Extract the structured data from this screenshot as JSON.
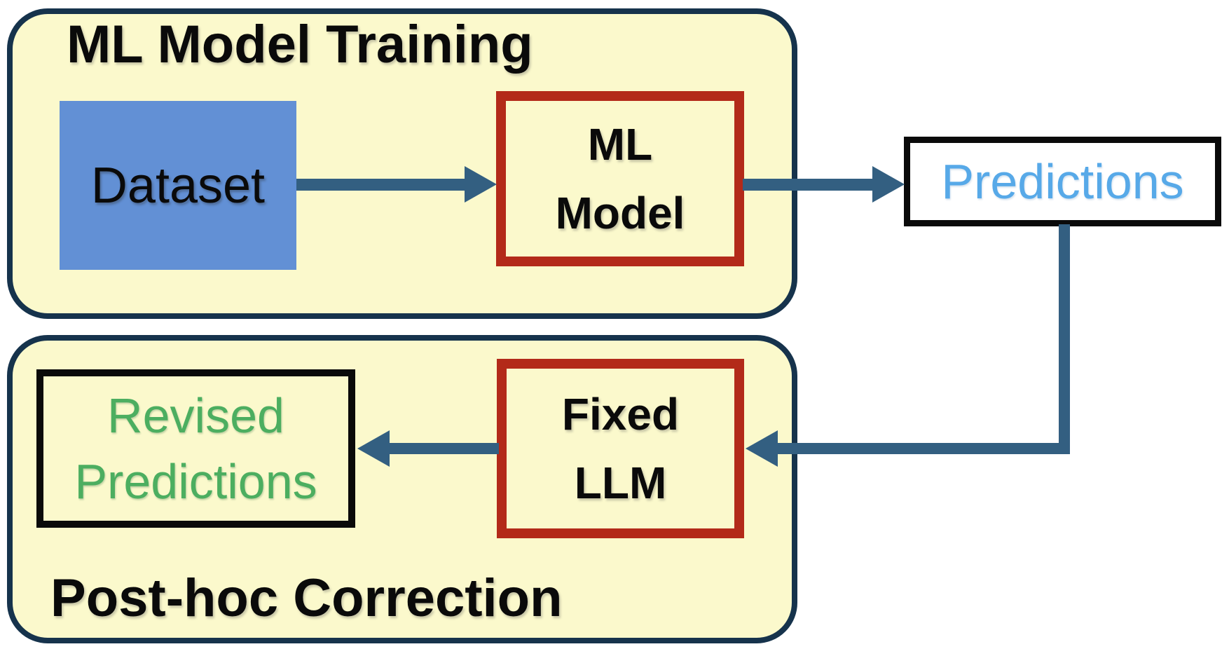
{
  "diagram": {
    "panels": {
      "training": {
        "title": "ML Model Training"
      },
      "correction": {
        "title": "Post-hoc Correction"
      }
    },
    "nodes": {
      "dataset": {
        "label": "Dataset"
      },
      "ml_model": {
        "lines": [
          "ML",
          "Model"
        ]
      },
      "predictions": {
        "label": "Predictions"
      },
      "fixed_llm": {
        "lines": [
          "Fixed",
          "LLM"
        ]
      },
      "revised_predictions": {
        "lines": [
          "Revised",
          "Predictions"
        ]
      }
    },
    "edges": [
      {
        "from": "dataset",
        "to": "ml_model",
        "direction": "right"
      },
      {
        "from": "ml_model",
        "to": "predictions",
        "direction": "right"
      },
      {
        "from": "predictions",
        "to": "fixed_llm",
        "direction": "down-left"
      },
      {
        "from": "fixed_llm",
        "to": "revised_predictions",
        "direction": "left"
      }
    ],
    "colors": {
      "panel_fill": "#FBF9CC",
      "panel_border": "#16334C",
      "arrow": "#335F81",
      "red_box_border": "#B32A19",
      "dataset_fill": "#6290D5",
      "predictions_text": "#57A9E8",
      "revised_text": "#4CAE60",
      "black_text": "#0A0A0A",
      "predictions_fill": "#FFFFFF"
    }
  }
}
